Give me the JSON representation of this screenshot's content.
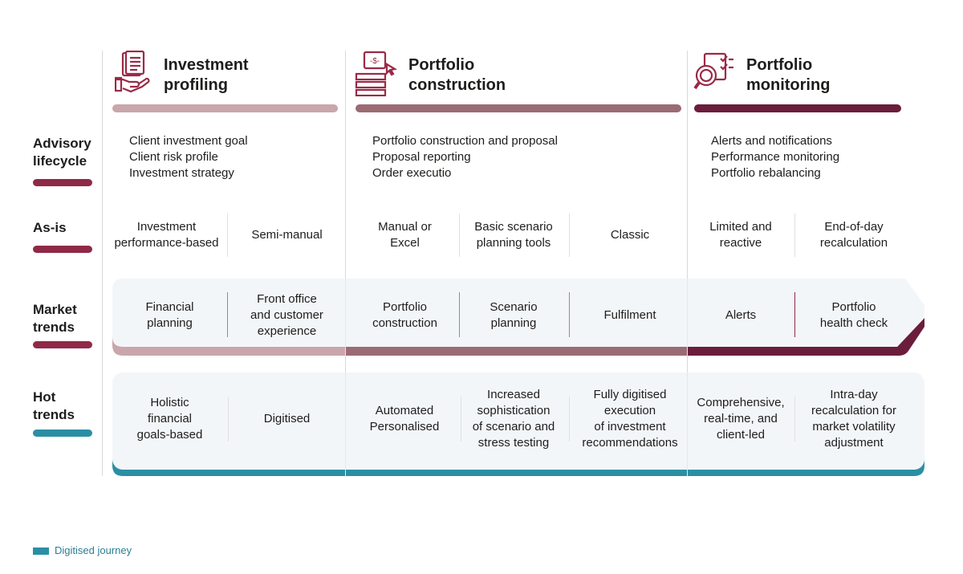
{
  "colors": {
    "stage1": "#c9a6ab",
    "stage2": "#9b6b74",
    "stage3": "#6b1d3c",
    "advisory": "#8e2a47",
    "hot": "#2b8fa4",
    "panel": "#f3f6f9"
  },
  "stages": [
    {
      "title_line1": "Investment",
      "title_line2": "profiling",
      "icon": "profile-document-hand-icon"
    },
    {
      "title_line1": "Portfolio",
      "title_line2": "construction",
      "icon": "screen-cursor-stack-icon"
    },
    {
      "title_line1": "Portfolio",
      "title_line2": "monitoring",
      "icon": "magnifier-checklist-icon"
    }
  ],
  "rows": {
    "advisory": {
      "label_line1": "Advisory",
      "label_line2": "lifecycle",
      "items": [
        [
          "Client investment goal",
          "Client risk profile",
          "Investment strategy"
        ],
        [
          "Portfolio construction and proposal",
          "Proposal reporting",
          "Order executio"
        ],
        [
          "Alerts and notifications",
          "Performance monitoring",
          "Portfolio rebalancing"
        ]
      ]
    },
    "asis": {
      "label": "As-is",
      "cells": [
        "Investment\nperformance-based",
        "Semi-manual",
        "Manual or\nExcel",
        "Basic scenario\nplanning tools",
        "Classic",
        "Limited and\nreactive",
        "End-of-day\nrecalculation"
      ]
    },
    "market": {
      "label_line1": "Market",
      "label_line2": "trends",
      "cells": [
        "Financial\nplanning",
        "Front office\nand customer\nexperience",
        "Portfolio\nconstruction",
        "Scenario\nplanning",
        "Fulfilment",
        "Alerts",
        "Portfolio\nhealth check"
      ]
    },
    "hot": {
      "label_line1": "Hot",
      "label_line2": "trends",
      "cells": [
        "Holistic\nfinancial\ngoals-based",
        "Digitised",
        "Automated\nPersonalised",
        "Increased\nsophistication\nof scenario and\nstress testing",
        "Fully digitised\nexecution\nof investment\nrecommendations",
        "Comprehensive,\nreal-time, and\nclient-led",
        "Intra-day\nrecalculation for\nmarket volatility\nadjustment"
      ]
    }
  },
  "legend": {
    "label": "Digitised journey"
  }
}
